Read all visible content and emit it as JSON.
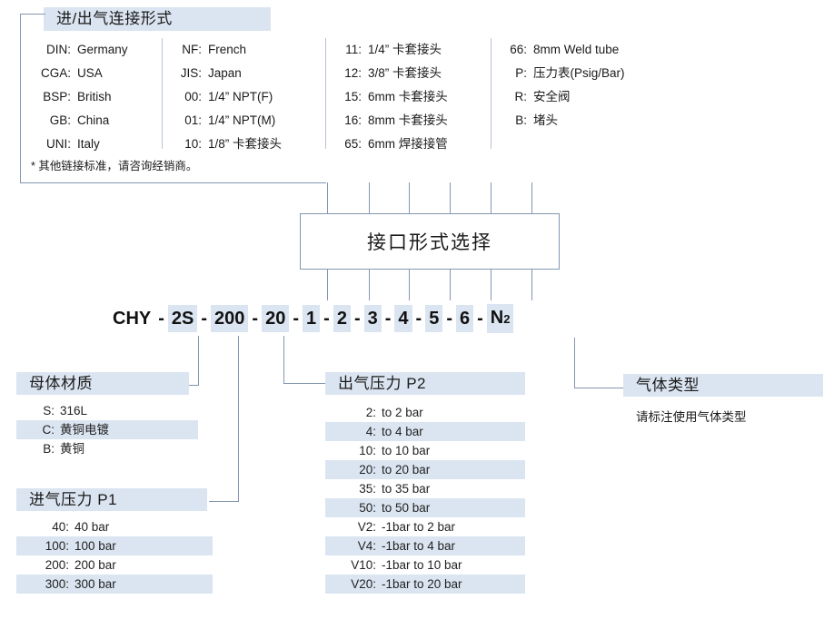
{
  "legend": {
    "title": "进/出气连接形式",
    "note": "* 其他链接标准，请咨询经销商。",
    "columns": [
      {
        "items": [
          {
            "key": "DIN:",
            "value": "Germany"
          },
          {
            "key": "CGA:",
            "value": "USA"
          },
          {
            "key": "BSP:",
            "value": "British"
          },
          {
            "key": "GB:",
            "value": "China"
          },
          {
            "key": "UNI:",
            "value": "Italy"
          }
        ]
      },
      {
        "items": [
          {
            "key": "NF:",
            "value": "French"
          },
          {
            "key": "JIS:",
            "value": "Japan"
          },
          {
            "key": "00:",
            "value": "1/4” NPT(F)"
          },
          {
            "key": "01:",
            "value": "1/4” NPT(M)"
          },
          {
            "key": "10:",
            "value": "1/8” 卡套接头"
          }
        ]
      },
      {
        "items": [
          {
            "key": "11:",
            "value": "1/4” 卡套接头"
          },
          {
            "key": "12:",
            "value": "3/8” 卡套接头"
          },
          {
            "key": "15:",
            "value": "6mm 卡套接头"
          },
          {
            "key": "16:",
            "value": "8mm 卡套接头"
          },
          {
            "key": "65:",
            "value": "6mm 焊接接管"
          }
        ]
      },
      {
        "items": [
          {
            "key": "66:",
            "value": "8mm Weld tube"
          },
          {
            "key": "P:",
            "value": "压力表(Psig/Bar)"
          },
          {
            "key": "R:",
            "value": "安全阀"
          },
          {
            "key": "B:",
            "value": "堵头"
          }
        ]
      }
    ]
  },
  "center_box": {
    "label": "接口形式选择"
  },
  "code": {
    "segments": [
      {
        "text": "CHY",
        "highlight": false
      },
      {
        "text": "2S",
        "highlight": true
      },
      {
        "text": "200",
        "highlight": true
      },
      {
        "text": "20",
        "highlight": true
      },
      {
        "text": "1",
        "highlight": true
      },
      {
        "text": "2",
        "highlight": true
      },
      {
        "text": "3",
        "highlight": true
      },
      {
        "text": "4",
        "highlight": true
      },
      {
        "text": "5",
        "highlight": true
      },
      {
        "text": "6",
        "highlight": true
      },
      {
        "text": "N",
        "sub": "2",
        "highlight": true
      }
    ],
    "separator": "-"
  },
  "sections": {
    "material": {
      "title": "母体材质",
      "items": [
        {
          "key": "S:",
          "value": "316L"
        },
        {
          "key": "C:",
          "value": "黄铜电镀"
        },
        {
          "key": "B:",
          "value": "黄铜"
        }
      ]
    },
    "inlet_pressure": {
      "title": "进气压力 P1",
      "items": [
        {
          "key": "40:",
          "value": "40 bar"
        },
        {
          "key": "100:",
          "value": "100 bar"
        },
        {
          "key": "200:",
          "value": "200 bar"
        },
        {
          "key": "300:",
          "value": "300 bar"
        }
      ]
    },
    "outlet_pressure": {
      "title": "出气压力 P2",
      "items": [
        {
          "key": "2:",
          "value": "to 2 bar"
        },
        {
          "key": "4:",
          "value": "to 4 bar"
        },
        {
          "key": "10:",
          "value": "to 10 bar"
        },
        {
          "key": "20:",
          "value": "to 20 bar"
        },
        {
          "key": "35:",
          "value": "to 35 bar"
        },
        {
          "key": "50:",
          "value": "to 50 bar"
        },
        {
          "key": "V2:",
          "value": "-1bar to 2 bar"
        },
        {
          "key": "V4:",
          "value": "-1bar to 4 bar"
        },
        {
          "key": "V10:",
          "value": "-1bar to 10 bar"
        },
        {
          "key": "V20:",
          "value": "-1bar to 20 bar"
        }
      ]
    },
    "gas_type": {
      "title": "气体类型",
      "note": "请标注使用气体类型"
    }
  },
  "colors": {
    "highlight": "#dbe5f1",
    "line": "#8496b0",
    "text": "#1a1a1a"
  }
}
